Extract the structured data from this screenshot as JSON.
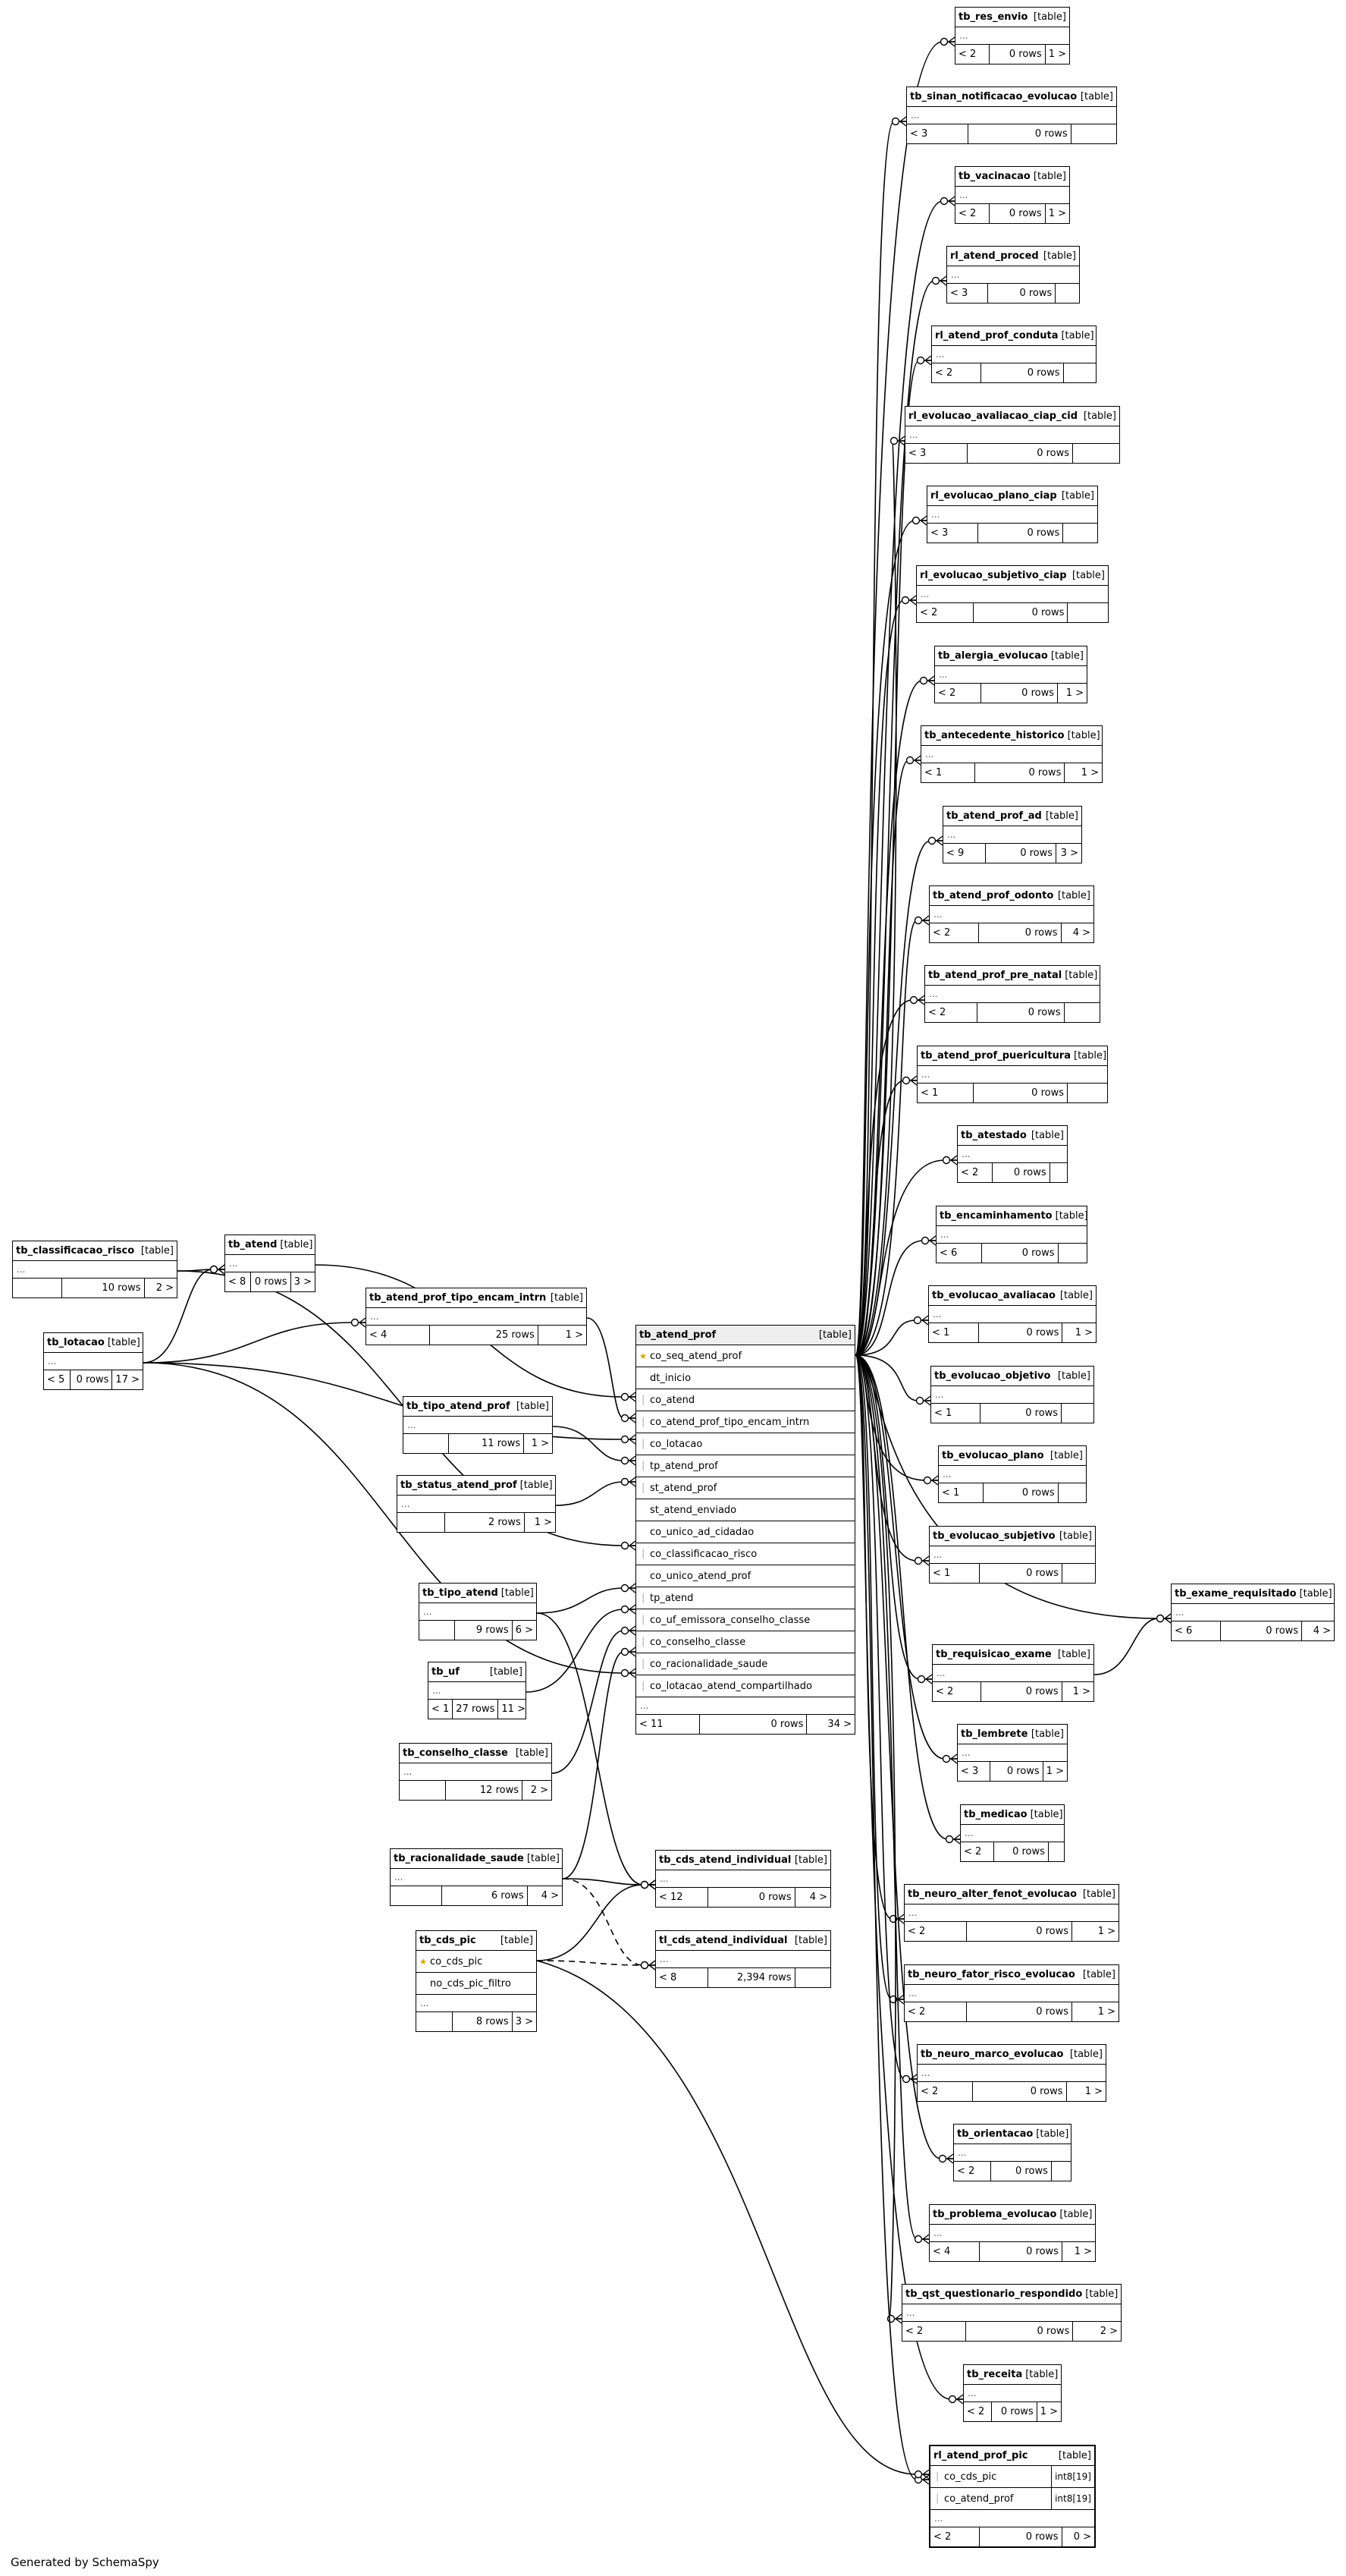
{
  "footer_text": "Generated by SchemaSpy",
  "tables": [
    {
      "id": "tb_classificacao_risco",
      "name": "tb_classificacao_risco",
      "type": "[table]",
      "cols": [],
      "left": "",
      "rows": "10 rows",
      "right": "2 >"
    },
    {
      "id": "tb_atend",
      "name": "tb_atend",
      "type": "[table]",
      "cols": [],
      "left": "< 8",
      "rows": "0 rows",
      "right": "3 >"
    },
    {
      "id": "tb_lotacao",
      "name": "tb_lotacao",
      "type": "[table]",
      "cols": [],
      "left": "< 5",
      "rows": "0 rows",
      "right": "17 >"
    },
    {
      "id": "tb_atend_prof_tipo_encam_intrn",
      "name": "tb_atend_prof_tipo_encam_intrn",
      "type": "[table]",
      "cols": [],
      "left": "< 4",
      "rows": "25 rows",
      "right": "1 >"
    },
    {
      "id": "tb_tipo_atend_prof",
      "name": "tb_tipo_atend_prof",
      "type": "[table]",
      "cols": [],
      "left": "",
      "rows": "11 rows",
      "right": "1 >"
    },
    {
      "id": "tb_status_atend_prof",
      "name": "tb_status_atend_prof",
      "type": "[table]",
      "cols": [],
      "left": "",
      "rows": "2 rows",
      "right": "1 >"
    },
    {
      "id": "tb_tipo_atend",
      "name": "tb_tipo_atend",
      "type": "[table]",
      "cols": [],
      "left": "",
      "rows": "9 rows",
      "right": "6 >"
    },
    {
      "id": "tb_uf",
      "name": "tb_uf",
      "type": "[table]",
      "cols": [],
      "left": "< 1",
      "rows": "27 rows",
      "right": "11 >"
    },
    {
      "id": "tb_conselho_classe",
      "name": "tb_conselho_classe",
      "type": "[table]",
      "cols": [],
      "left": "",
      "rows": "12 rows",
      "right": "2 >"
    },
    {
      "id": "tb_racionalidade_saude",
      "name": "tb_racionalidade_saude",
      "type": "[table]",
      "cols": [],
      "left": "",
      "rows": "6 rows",
      "right": "4 >"
    },
    {
      "id": "tb_cds_pic",
      "name": "tb_cds_pic",
      "type": "[table]",
      "cols": [
        {
          "name": "co_cds_pic",
          "key": "pk"
        },
        {
          "name": "no_cds_pic_filtro",
          "key": ""
        }
      ],
      "left": "",
      "rows": "8 rows",
      "right": "3 >"
    },
    {
      "id": "tb_atend_prof",
      "name": "tb_atend_prof",
      "type": "[table]",
      "cols": [
        {
          "name": "co_seq_atend_prof",
          "key": "pk"
        },
        {
          "name": "dt_inicio",
          "key": ""
        },
        {
          "name": "co_atend",
          "key": "fk"
        },
        {
          "name": "co_atend_prof_tipo_encam_intrn",
          "key": "fk"
        },
        {
          "name": "co_lotacao",
          "key": "fk"
        },
        {
          "name": "tp_atend_prof",
          "key": "fk"
        },
        {
          "name": "st_atend_prof",
          "key": "fk"
        },
        {
          "name": "st_atend_enviado",
          "key": ""
        },
        {
          "name": "co_unico_ad_cidadao",
          "key": ""
        },
        {
          "name": "co_classificacao_risco",
          "key": "fk"
        },
        {
          "name": "co_unico_atend_prof",
          "key": ""
        },
        {
          "name": "tp_atend",
          "key": "fk"
        },
        {
          "name": "co_uf_emissora_conselho_classe",
          "key": "fk"
        },
        {
          "name": "co_conselho_classe",
          "key": "fk"
        },
        {
          "name": "co_racionalidade_saude",
          "key": "fk"
        },
        {
          "name": "co_lotacao_atend_compartilhado",
          "key": "fk"
        }
      ],
      "left": "< 11",
      "rows": "0 rows",
      "right": "34 >"
    },
    {
      "id": "tb_cds_atend_individual",
      "name": "tb_cds_atend_individual",
      "type": "[table]",
      "cols": [],
      "left": "< 12",
      "rows": "0 rows",
      "right": "4 >"
    },
    {
      "id": "tl_cds_atend_individual",
      "name": "tl_cds_atend_individual",
      "type": "[table]",
      "cols": [],
      "left": "< 8",
      "rows": "2,394 rows",
      "right": ""
    },
    {
      "id": "tb_res_envio",
      "name": "tb_res_envio",
      "type": "[table]",
      "cols": [],
      "left": "< 2",
      "rows": "0 rows",
      "right": "1 >"
    },
    {
      "id": "tb_sinan_notificacao_evolucao",
      "name": "tb_sinan_notificacao_evolucao",
      "type": "[table]",
      "cols": [],
      "left": "< 3",
      "rows": "0 rows",
      "right": ""
    },
    {
      "id": "tb_vacinacao",
      "name": "tb_vacinacao",
      "type": "[table]",
      "cols": [],
      "left": "< 2",
      "rows": "0 rows",
      "right": "1 >"
    },
    {
      "id": "rl_atend_proced",
      "name": "rl_atend_proced",
      "type": "[table]",
      "cols": [],
      "left": "< 3",
      "rows": "0 rows",
      "right": ""
    },
    {
      "id": "rl_atend_prof_conduta",
      "name": "rl_atend_prof_conduta",
      "type": "[table]",
      "cols": [],
      "left": "< 2",
      "rows": "0 rows",
      "right": ""
    },
    {
      "id": "rl_evolucao_avaliacao_ciap_cid",
      "name": "rl_evolucao_avaliacao_ciap_cid",
      "type": "[table]",
      "cols": [],
      "left": "< 3",
      "rows": "0 rows",
      "right": ""
    },
    {
      "id": "rl_evolucao_plano_ciap",
      "name": "rl_evolucao_plano_ciap",
      "type": "[table]",
      "cols": [],
      "left": "< 3",
      "rows": "0 rows",
      "right": ""
    },
    {
      "id": "rl_evolucao_subjetivo_ciap",
      "name": "rl_evolucao_subjetivo_ciap",
      "type": "[table]",
      "cols": [],
      "left": "< 2",
      "rows": "0 rows",
      "right": ""
    },
    {
      "id": "tb_alergia_evolucao",
      "name": "tb_alergia_evolucao",
      "type": "[table]",
      "cols": [],
      "left": "< 2",
      "rows": "0 rows",
      "right": "1 >"
    },
    {
      "id": "tb_antecedente_historico",
      "name": "tb_antecedente_historico",
      "type": "[table]",
      "cols": [],
      "left": "< 1",
      "rows": "0 rows",
      "right": "1 >"
    },
    {
      "id": "tb_atend_prof_ad",
      "name": "tb_atend_prof_ad",
      "type": "[table]",
      "cols": [],
      "left": "< 9",
      "rows": "0 rows",
      "right": "3 >"
    },
    {
      "id": "tb_atend_prof_odonto",
      "name": "tb_atend_prof_odonto",
      "type": "[table]",
      "cols": [],
      "left": "< 2",
      "rows": "0 rows",
      "right": "4 >"
    },
    {
      "id": "tb_atend_prof_pre_natal",
      "name": "tb_atend_prof_pre_natal",
      "type": "[table]",
      "cols": [],
      "left": "< 2",
      "rows": "0 rows",
      "right": ""
    },
    {
      "id": "tb_atend_prof_puericultura",
      "name": "tb_atend_prof_puericultura",
      "type": "[table]",
      "cols": [],
      "left": "< 1",
      "rows": "0 rows",
      "right": ""
    },
    {
      "id": "tb_atestado",
      "name": "tb_atestado",
      "type": "[table]",
      "cols": [],
      "left": "< 2",
      "rows": "0 rows",
      "right": ""
    },
    {
      "id": "tb_encaminhamento",
      "name": "tb_encaminhamento",
      "type": "[table]",
      "cols": [],
      "left": "< 6",
      "rows": "0 rows",
      "right": ""
    },
    {
      "id": "tb_evolucao_avaliacao",
      "name": "tb_evolucao_avaliacao",
      "type": "[table]",
      "cols": [],
      "left": "< 1",
      "rows": "0 rows",
      "right": "1 >"
    },
    {
      "id": "tb_evolucao_objetivo",
      "name": "tb_evolucao_objetivo",
      "type": "[table]",
      "cols": [],
      "left": "< 1",
      "rows": "0 rows",
      "right": ""
    },
    {
      "id": "tb_evolucao_plano",
      "name": "tb_evolucao_plano",
      "type": "[table]",
      "cols": [],
      "left": "< 1",
      "rows": "0 rows",
      "right": ""
    },
    {
      "id": "tb_evolucao_subjetivo",
      "name": "tb_evolucao_subjetivo",
      "type": "[table]",
      "cols": [],
      "left": "< 1",
      "rows": "0 rows",
      "right": ""
    },
    {
      "id": "tb_exame_requisitado",
      "name": "tb_exame_requisitado",
      "type": "[table]",
      "cols": [],
      "left": "< 6",
      "rows": "0 rows",
      "right": "4 >"
    },
    {
      "id": "tb_requisicao_exame",
      "name": "tb_requisicao_exame",
      "type": "[table]",
      "cols": [],
      "left": "< 2",
      "rows": "0 rows",
      "right": "1 >"
    },
    {
      "id": "tb_lembrete",
      "name": "tb_lembrete",
      "type": "[table]",
      "cols": [],
      "left": "< 3",
      "rows": "0 rows",
      "right": "1 >"
    },
    {
      "id": "tb_medicao",
      "name": "tb_medicao",
      "type": "[table]",
      "cols": [],
      "left": "< 2",
      "rows": "0 rows",
      "right": ""
    },
    {
      "id": "tb_neuro_alter_fenot_evolucao",
      "name": "tb_neuro_alter_fenot_evolucao",
      "type": "[table]",
      "cols": [],
      "left": "< 2",
      "rows": "0 rows",
      "right": "1 >"
    },
    {
      "id": "tb_neuro_fator_risco_evolucao",
      "name": "tb_neuro_fator_risco_evolucao",
      "type": "[table]",
      "cols": [],
      "left": "< 2",
      "rows": "0 rows",
      "right": "1 >"
    },
    {
      "id": "tb_neuro_marco_evolucao",
      "name": "tb_neuro_marco_evolucao",
      "type": "[table]",
      "cols": [],
      "left": "< 2",
      "rows": "0 rows",
      "right": "1 >"
    },
    {
      "id": "tb_orientacao",
      "name": "tb_orientacao",
      "type": "[table]",
      "cols": [],
      "left": "< 2",
      "rows": "0 rows",
      "right": ""
    },
    {
      "id": "tb_problema_evolucao",
      "name": "tb_problema_evolucao",
      "type": "[table]",
      "cols": [],
      "left": "< 4",
      "rows": "0 rows",
      "right": "1 >"
    },
    {
      "id": "tb_qst_questionario_respondido",
      "name": "tb_qst_questionario_respondido",
      "type": "[table]",
      "cols": [],
      "left": "< 2",
      "rows": "0 rows",
      "right": "2 >"
    },
    {
      "id": "tb_receita",
      "name": "tb_receita",
      "type": "[table]",
      "cols": [],
      "left": "< 2",
      "rows": "0 rows",
      "right": "1 >"
    },
    {
      "id": "rl_atend_prof_pic",
      "name": "rl_atend_prof_pic",
      "type": "[table]",
      "cols": [
        {
          "name": "co_cds_pic",
          "key": "fk",
          "ctype": "int8[19]"
        },
        {
          "name": "co_atend_prof",
          "key": "fk",
          "ctype": "int8[19]"
        }
      ],
      "left": "< 2",
      "rows": "0 rows",
      "right": "0 >"
    }
  ]
}
